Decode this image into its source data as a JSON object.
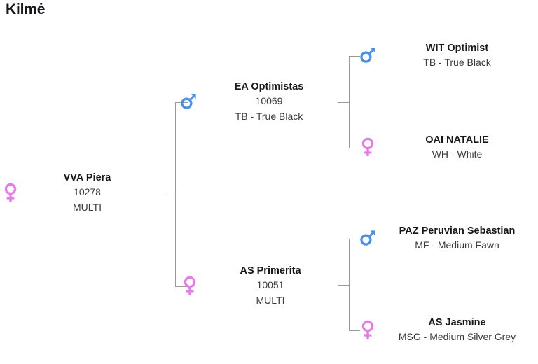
{
  "page": {
    "title": "Kilmė"
  },
  "colors": {
    "male": "#4a90e8",
    "female": "#e87ae8",
    "line": "#9a9a9a",
    "text": "#16181c",
    "background": "#ffffff"
  },
  "pedigree": {
    "root": {
      "sex": "female",
      "sex_icon": "venus-icon",
      "name": "VVA Piera",
      "id": "10278",
      "color": "MULTI"
    },
    "generation1": [
      {
        "sex": "male",
        "sex_icon": "mars-icon",
        "name": "EA Optimistas",
        "id": "10069",
        "color": "TB - True Black"
      },
      {
        "sex": "female",
        "sex_icon": "venus-icon",
        "name": "AS Primerita",
        "id": "10051",
        "color": "MULTI"
      }
    ],
    "generation2": [
      {
        "sex": "male",
        "sex_icon": "mars-icon",
        "name": "WIT Optimist",
        "id": "",
        "color": "TB - True Black"
      },
      {
        "sex": "female",
        "sex_icon": "venus-icon",
        "name": "OAI NATALIE",
        "id": "",
        "color": "WH - White"
      },
      {
        "sex": "male",
        "sex_icon": "mars-icon",
        "name": "PAZ Peruvian Sebastian",
        "id": "",
        "color": "MF - Medium Fawn"
      },
      {
        "sex": "female",
        "sex_icon": "venus-icon",
        "name": "AS Jasmine",
        "id": "",
        "color": "MSG - Medium Silver Grey"
      }
    ]
  }
}
